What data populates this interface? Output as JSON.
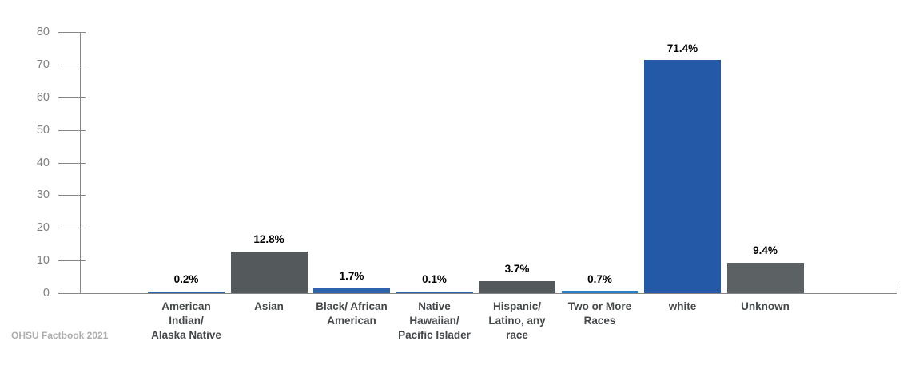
{
  "source_note": "OHSU Factbook 2021",
  "chart_data": {
    "type": "bar",
    "title": "",
    "subtitle": "",
    "xlabel": "",
    "ylabel": "",
    "ylim": [
      0,
      80
    ],
    "ytick_step": 10,
    "yticks": [
      "80",
      "70",
      "60",
      "50",
      "40",
      "30",
      "20",
      "10",
      "0"
    ],
    "grid": false,
    "legend": "none",
    "value_label_suffix": "%",
    "categories": [
      "American Indian/ Alaska Native",
      "Asian",
      "Black/ African American",
      "Native Hawaiian/ Pacific Islader",
      "Hispanic/ Latino, any race",
      "Two or More Races",
      "white",
      "Unknown"
    ],
    "category_lines": [
      [
        "American",
        "Indian/",
        "Alaska Native"
      ],
      [
        "Asian"
      ],
      [
        "Black/ African",
        "American"
      ],
      [
        "Native",
        "Hawaiian/",
        "Pacific Islader"
      ],
      [
        "Hispanic/",
        "Latino, any",
        "race"
      ],
      [
        "Two or More",
        "Races"
      ],
      [
        "white"
      ],
      [
        "Unknown"
      ]
    ],
    "values": [
      0.2,
      12.8,
      1.7,
      0.1,
      3.7,
      0.7,
      71.4,
      9.4
    ],
    "value_labels": [
      "0.2%",
      "12.8%",
      "1.7%",
      "0.1%",
      "3.7%",
      "0.7%",
      "71.4%",
      "9.4%"
    ],
    "bar_colors": [
      "#2b63ac",
      "#54595b",
      "#2b63ac",
      "#2b63ac",
      "#54595b",
      "#2b7fc4",
      "#2459a8",
      "#5c6164"
    ],
    "colors": {
      "blue": "#2b63ac",
      "gray": "#54595b",
      "axis": "#868686",
      "tick_label": "#808080",
      "category_label": "#44484a",
      "value_label": "#000000",
      "source_note": "#aeaeae",
      "background": "#ffffff"
    }
  }
}
